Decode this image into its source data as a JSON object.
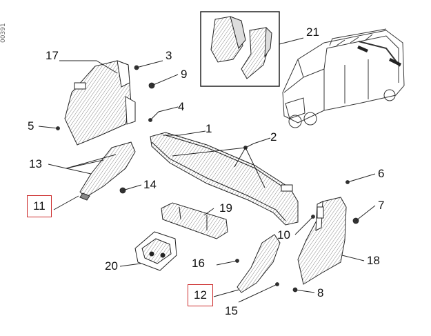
{
  "side_tag": "00391",
  "callouts": [
    {
      "id": "1",
      "label": "1"
    },
    {
      "id": "2",
      "label": "2"
    },
    {
      "id": "3",
      "label": "3"
    },
    {
      "id": "4",
      "label": "4"
    },
    {
      "id": "5",
      "label": "5"
    },
    {
      "id": "6",
      "label": "6"
    },
    {
      "id": "7",
      "label": "7"
    },
    {
      "id": "8",
      "label": "8"
    },
    {
      "id": "9",
      "label": "9"
    },
    {
      "id": "10",
      "label": "10"
    },
    {
      "id": "11",
      "label": "11"
    },
    {
      "id": "12",
      "label": "12"
    },
    {
      "id": "13",
      "label": "13"
    },
    {
      "id": "14",
      "label": "14"
    },
    {
      "id": "15",
      "label": "15"
    },
    {
      "id": "16",
      "label": "16"
    },
    {
      "id": "17",
      "label": "17"
    },
    {
      "id": "18",
      "label": "18"
    },
    {
      "id": "19",
      "label": "19"
    },
    {
      "id": "20",
      "label": "20"
    },
    {
      "id": "21",
      "label": "21"
    }
  ],
  "highlight_color": "#cc2b2b"
}
